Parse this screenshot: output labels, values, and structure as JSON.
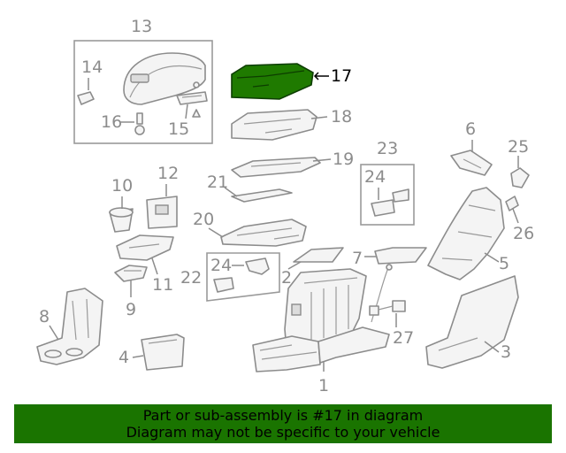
{
  "colors": {
    "highlight": "#1f7a00",
    "footer_bg": "#1a7400",
    "line_gray": "#8c8c8c"
  },
  "highlighted_part": "17",
  "labels": {
    "p1": "1",
    "p2": "2",
    "p3": "3",
    "p4": "4",
    "p5": "5",
    "p6": "6",
    "p7": "7",
    "p8": "8",
    "p9": "9",
    "p10": "10",
    "p11": "11",
    "p12": "12",
    "p13": "13",
    "p14": "14",
    "p15": "15",
    "p16": "16",
    "p17": "17",
    "p18": "18",
    "p19": "19",
    "p20": "20",
    "p21": "21",
    "p22": "22",
    "p23": "23",
    "p24a": "24",
    "p24b": "24",
    "p25": "25",
    "p26": "26",
    "p27": "27"
  },
  "footer": {
    "line1": "Part or sub-assembly is #17 in diagram",
    "line2": "Diagram may not be specific to your vehicle"
  }
}
